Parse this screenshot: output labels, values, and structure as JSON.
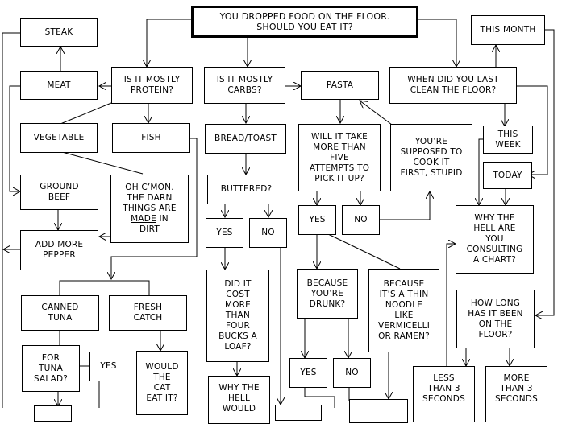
{
  "title": "YOU DROPPED FOOD ON THE FLOOR.\nSHOULD YOU EAT IT?",
  "nodes": {
    "steak": "STEAK",
    "meat": "MEAT",
    "protein": "IS IT MOSTLY\nPROTEIN?",
    "carbs": "IS IT MOSTLY\nCARBS?",
    "pasta": "PASTA",
    "clean_floor": "WHEN DID YOU LAST\nCLEAN THE FLOOR?",
    "this_month": "THIS MONTH",
    "vegetable": "VEGETABLE",
    "fish": "FISH",
    "bread": "BREAD/TOAST",
    "five_attempts": "WILL IT TAKE\nMORE THAN\nFIVE\nATTEMPTS TO\nPICK IT UP?",
    "cook_first": "YOU’RE\nSUPPOSED TO\nCOOK IT\nFIRST, STUPID",
    "this_week": "THIS\nWEEK",
    "today": "TODAY",
    "ground_beef": "GROUND\nBEEF",
    "dirt_pre": "OH C’MON.\nTHE DARN\nTHINGS ARE\n",
    "dirt_made": "MADE",
    "dirt_post": " IN\nDIRT",
    "buttered": "BUTTERED?",
    "yes_buttered": "YES",
    "no_buttered": "NO",
    "yes_attempts": "YES",
    "no_attempts": "NO",
    "consulting_chart": "WHY THE\nHELL ARE\nYOU\nCONSULTING\nA CHART?",
    "add_pepper": "ADD MORE\nPEPPER",
    "four_bucks": "DID IT\nCOST\nMORE\nTHAN\nFOUR\nBUCKS A\nLOAF?",
    "drunk": "BECAUSE\nYOU’RE\nDRUNK?",
    "thin_noodle": "BECAUSE\nIT’S A THIN\nNOODLE\nLIKE\nVERMICELLI\nOR RAMEN?",
    "how_long": "HOW LONG\nHAS IT BEEN\nON THE\nFLOOR?",
    "canned_tuna": "CANNED\nTUNA",
    "fresh_catch": "FRESH\nCATCH",
    "tuna_salad": "FOR\nTUNA\nSALAD?",
    "yes_tuna": "YES",
    "cat_eat": "WOULD\nTHE\nCAT\nEAT IT?",
    "why_hell_would": "WHY THE\nHELL\nWOULD",
    "yes_drunk": "YES",
    "no_drunk": "NO",
    "less_3": "LESS\nTHAN 3\nSECONDS",
    "more_3": "MORE\nTHAN 3\nSECONDS"
  }
}
